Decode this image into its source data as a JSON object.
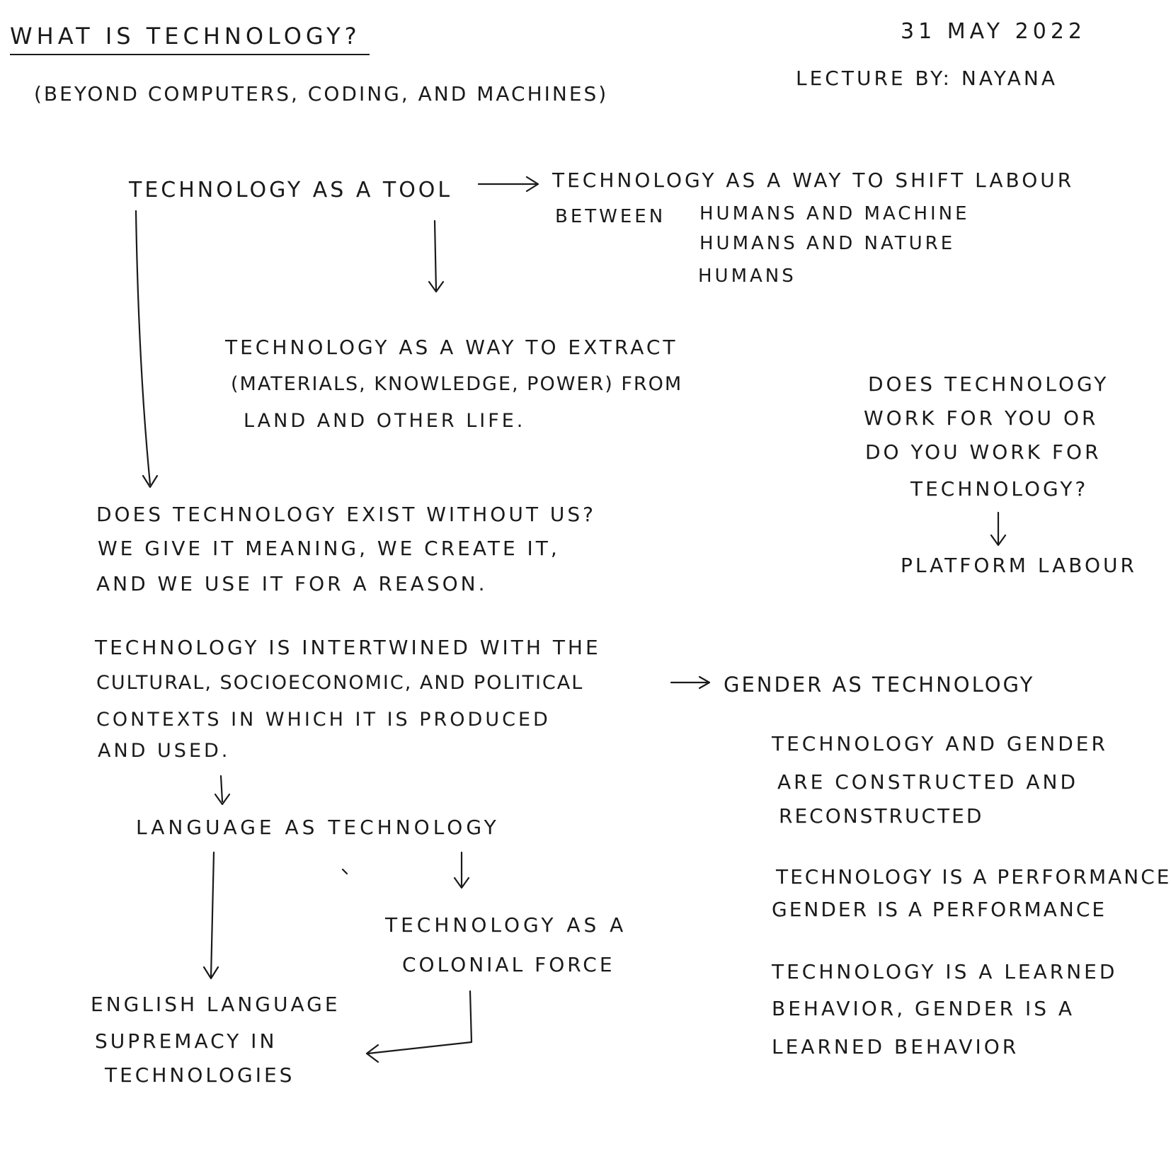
{
  "header": {
    "title": "WHAT IS TECHNOLOGY?",
    "subtitle": "(BEYOND COMPUTERS, CODING, AND MACHINES)",
    "date": "31 MAY 2022",
    "lecture": "LECTURE BY: NAYANA"
  },
  "nodes": {
    "tool": "TECHNOLOGY AS A TOOL",
    "shift": [
      "TECHNOLOGY AS A WAY TO SHIFT LABOUR",
      "BETWEEN",
      "HUMANS AND MACHINE",
      "HUMANS AND NATURE",
      "HUMANS"
    ],
    "extract": [
      "TECHNOLOGY AS A WAY TO EXTRACT",
      "(MATERIALS, KNOWLEDGE, POWER) FROM",
      "LAND AND OTHER LIFE."
    ],
    "work_for": [
      "DOES TECHNOLOGY",
      "WORK FOR YOU OR",
      "DO YOU WORK FOR",
      "TECHNOLOGY?"
    ],
    "platform": "PLATFORM LABOUR",
    "exist": [
      "DOES TECHNOLOGY EXIST WITHOUT US?",
      "WE GIVE IT MEANING, WE CREATE IT,",
      "AND WE USE IT FOR A REASON."
    ],
    "intertwined": [
      "TECHNOLOGY IS INTERTWINED WITH THE",
      "CULTURAL, SOCIOECONOMIC, AND POLITICAL",
      "CONTEXTS IN WHICH IT IS PRODUCED",
      "AND USED."
    ],
    "gender": "GENDER AS TECHNOLOGY",
    "constructed": [
      "TECHNOLOGY AND GENDER",
      "ARE CONSTRUCTED AND",
      "RECONSTRUCTED"
    ],
    "performance": [
      "TECHNOLOGY IS A PERFORMANCE",
      "GENDER IS A PERFORMANCE"
    ],
    "learned": [
      "TECHNOLOGY IS A LEARNED",
      "BEHAVIOR, GENDER IS A",
      "LEARNED BEHAVIOR"
    ],
    "language": "LANGUAGE AS TECHNOLOGY",
    "colonial": [
      "TECHNOLOGY AS A",
      "COLONIAL FORCE"
    ],
    "english": [
      "ENGLISH LANGUAGE",
      "SUPREMACY IN",
      "TECHNOLOGIES"
    ]
  }
}
